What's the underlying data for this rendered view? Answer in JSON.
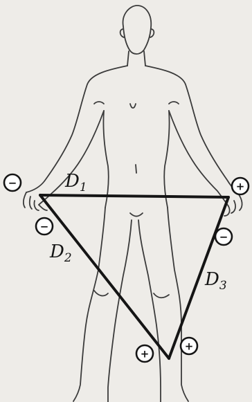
{
  "leads": [
    {
      "symbol": "D",
      "subscript": "1"
    },
    {
      "symbol": "D",
      "subscript": "2"
    },
    {
      "symbol": "D",
      "subscript": "3"
    }
  ],
  "electrodes": {
    "right_arm_outer": "−",
    "right_arm_inner": "−",
    "left_arm_outer": "+",
    "left_arm_inner": "−",
    "left_leg_left": "+",
    "left_leg_right": "+"
  },
  "colors": {
    "ink": "#151515",
    "paper": "#eeece8",
    "body_outline": "#3a3a3a"
  }
}
